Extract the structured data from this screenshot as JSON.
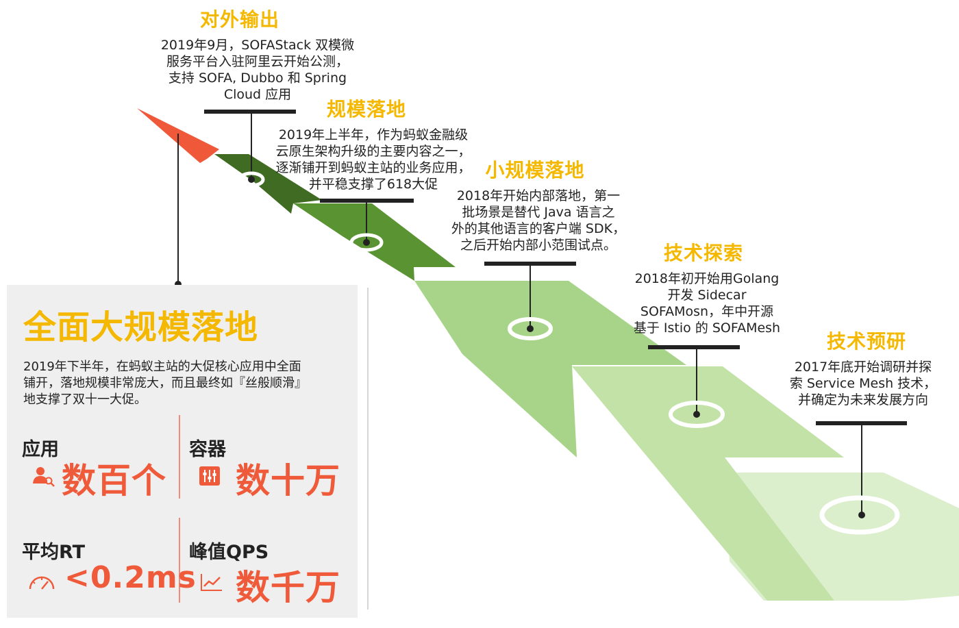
{
  "colors": {
    "accent_title": "#f5b800",
    "accent_value": "#ee5a3a",
    "arrow_red": "#f0583a",
    "green_1": "#3f6b22",
    "green_2": "#5a9332",
    "green_3": "#a8d48a",
    "green_4": "#c3e2a8",
    "green_5": "#dcefcd"
  },
  "milestones": [
    {
      "title": "对外输出",
      "lines": [
        "2019年9月，SOFAStack 双模微",
        "服务平台入驻阿里云开始公测，",
        "支持 SOFA, Dubbo 和 Spring",
        "Cloud 应用"
      ]
    },
    {
      "title": "规模落地",
      "lines": [
        "2019年上半年，作为蚂蚁金融级",
        "云原生架构升级的主要内容之一，",
        "逐渐铺开到蚂蚁主站的业务应用，",
        "并平稳支撑了618大促"
      ]
    },
    {
      "title": "小规模落地",
      "lines": [
        "2018年开始内部落地，第一",
        "批场景是替代 Java 语言之",
        "外的其他语言的客户端 SDK，",
        "之后开始内部小范围试点。"
      ]
    },
    {
      "title": "技术探索",
      "lines": [
        "2018年初开始用Golang",
        "开发 Sidecar",
        "SOFAMosn，年中开源",
        "基于 Istio 的 SOFAMesh"
      ]
    },
    {
      "title": "技术预研",
      "lines": [
        "2017年底开始调研并探",
        "索 Service Mesh 技术，",
        "并确定为未来发展方向"
      ]
    }
  ],
  "panel": {
    "title": "全面大规模落地",
    "lines": [
      "2019年下半年，在蚂蚁主站的大促核心应用中全面",
      "铺开，落地规模非常庞大，而且最终如『丝般顺滑』",
      "地支撑了双十一大促。"
    ],
    "metrics": [
      {
        "label": "应用",
        "value": "数百个",
        "icon": "user-search-icon"
      },
      {
        "label": "容器",
        "value": "数十万",
        "icon": "container-icon"
      },
      {
        "label": "平均RT",
        "value": "<0.2ms",
        "icon": "speedometer-icon"
      },
      {
        "label": "峰值QPS",
        "value": "数千万",
        "icon": "line-chart-icon"
      }
    ]
  }
}
